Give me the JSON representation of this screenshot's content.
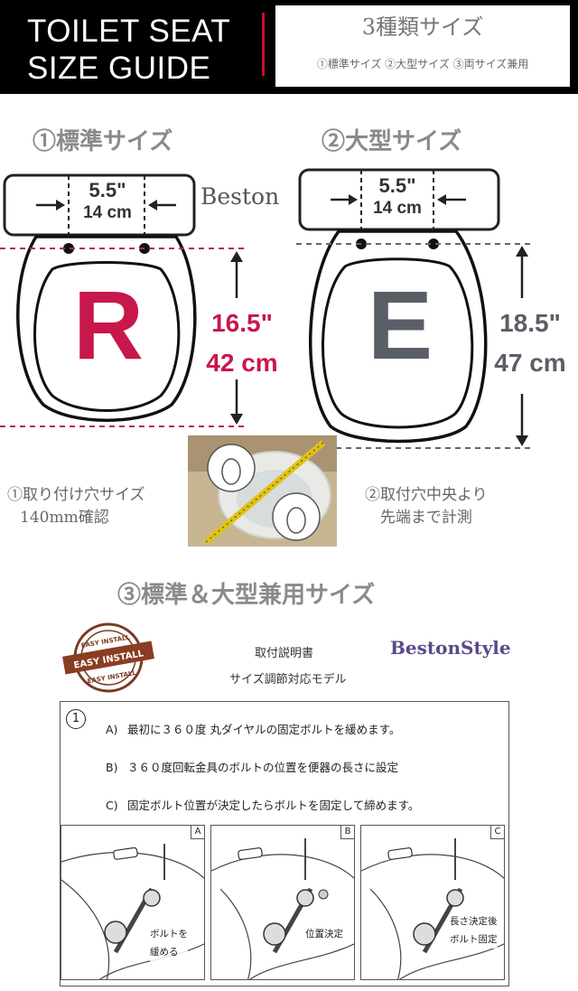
{
  "header": {
    "title_line1": "TOILET SEAT",
    "title_line2": "SIZE GUIDE",
    "box_title": "3種類サイズ",
    "box_subtitle": "①標準サイズ ②大型サイズ ③両サイズ兼用"
  },
  "standard": {
    "label": "①標準サイズ",
    "hole_in": "5.5\"",
    "hole_cm": "14 cm",
    "letter": "R",
    "length_in": "16.5\"",
    "length_cm": "42 cm",
    "brand": "Beston",
    "note_line1": "①取り付け穴サイズ",
    "note_line2": "140mm確認"
  },
  "large": {
    "label": "②大型サイズ",
    "hole_in": "5.5\"",
    "hole_cm": "14 cm",
    "letter": "E",
    "length_in": "18.5\"",
    "length_cm": "47 cm",
    "note_line1": "②取付穴中央より",
    "note_line2": "先端まで計測"
  },
  "combined": {
    "label": "③標準＆大型兼用サイズ",
    "badge_text_top": "EASY INSTALL",
    "badge_text_mid": "EASY INSTALL",
    "badge_text_bottom": "EASY INSTALL",
    "doc_title": "取付説明書",
    "doc_subtitle": "サイズ調節対応モデル",
    "brand": "BestonStyle",
    "step_number": "1",
    "steps": [
      {
        "letter": "A)",
        "text": "最初に３６０度 丸ダイヤルの固定ボルトを緩めます。"
      },
      {
        "letter": "B)",
        "text": "３６０度回転金具のボルトの位置を便器の長さに設定"
      },
      {
        "letter": "C)",
        "text": "固定ボルト位置が決定したらボルトを固定して締めます。"
      }
    ],
    "panels": [
      {
        "tag": "A",
        "caption_line1": "ボルトを",
        "caption_line2": "緩める"
      },
      {
        "tag": "B",
        "caption_line1": "位置決定",
        "caption_line2": ""
      },
      {
        "tag": "C",
        "caption_line1": "長さ決定後",
        "caption_line2": "ボルト固定"
      }
    ]
  },
  "colors": {
    "standard_accent": "#c8174a",
    "large_accent": "#5a5e66",
    "dim_text": "#333333"
  }
}
